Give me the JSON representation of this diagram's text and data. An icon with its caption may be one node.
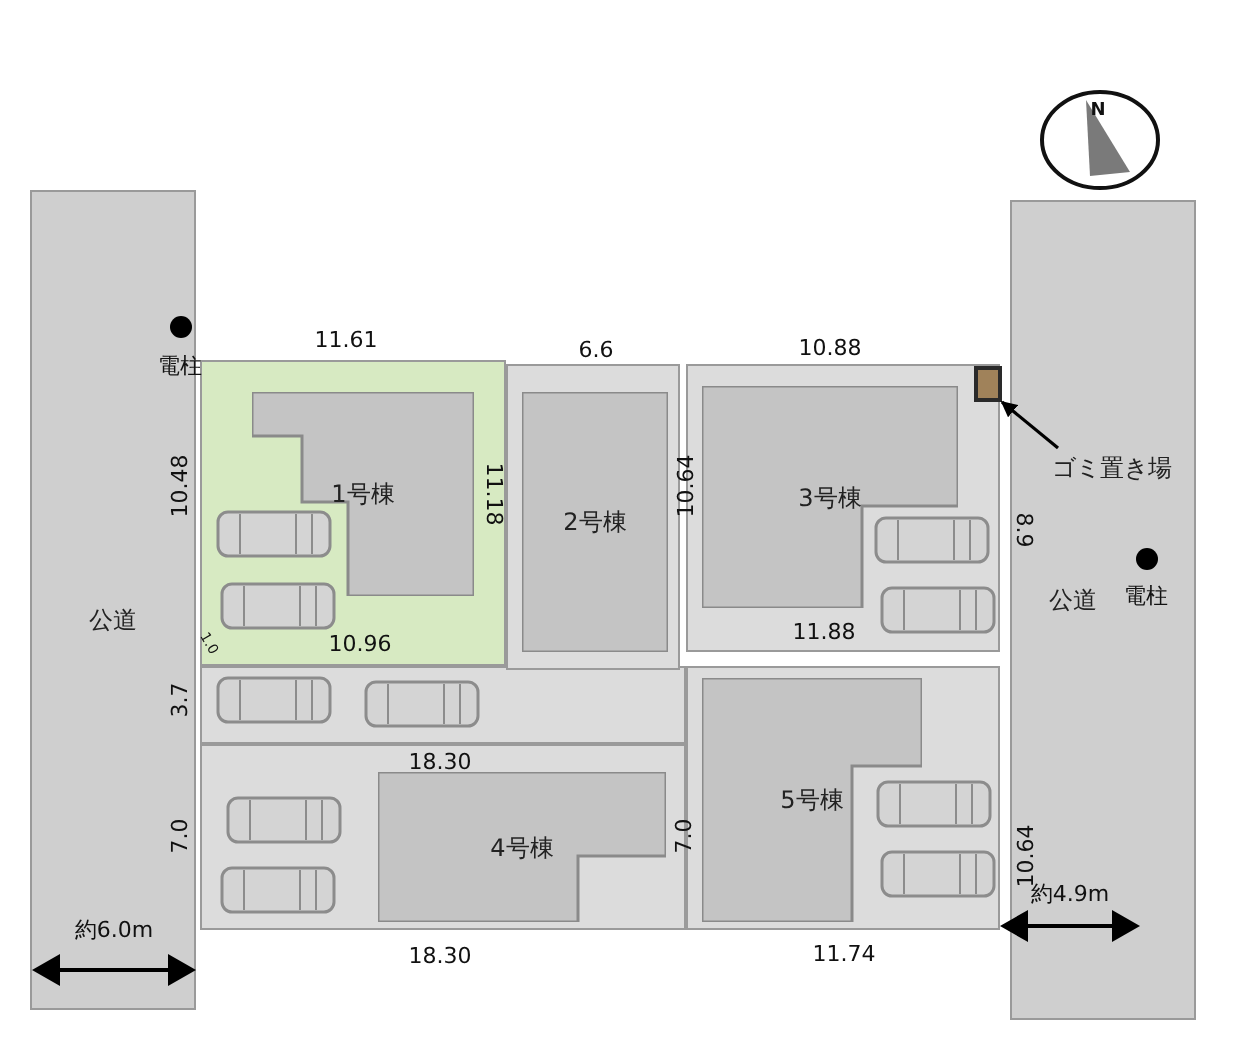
{
  "diagram": {
    "nodes": [
      {
        "text": [
          "公道"
        ]
      },
      {
        "text": [
          "公道"
        ]
      },
      {
        "text": [],
        "shape": "box"
      },
      {
        "text": [
          "1号棟"
        ],
        "in": 2
      },
      {
        "text": [],
        "shape": "box"
      },
      {
        "text": [
          "2号棟"
        ],
        "in": 4
      },
      {
        "text": [],
        "shape": "box"
      },
      {
        "text": [
          "3号棟"
        ],
        "in": 6
      },
      {
        "text": [],
        "shape": "box",
        "in": 6
      },
      {
        "text": [
          "ゴミ置き場"
        ],
        "in": 1
      },
      {
        "text": [],
        "shape": "box"
      },
      {
        "text": [
          "4号棟"
        ],
        "in": 10
      },
      {
        "text": [],
        "shape": "box"
      },
      {
        "text": [
          "5号棟"
        ],
        "in": 12
      }
    ],
    "edges": [
      {
        "from": 9,
        "to": 8,
        "arrow": "to"
      }
    ],
    "labels": [
      "N",
      "11.61",
      "6.6",
      "10.88",
      "電柱",
      "10.48",
      "11.18",
      "10.64",
      "8.9",
      "電柱",
      "1.0",
      "10.96",
      "11.88",
      "3.7",
      "18.30",
      "7.0",
      "7.0",
      "10.64",
      "約6.0m",
      "18.30",
      "11.74",
      "約4.9m"
    ]
  }
}
